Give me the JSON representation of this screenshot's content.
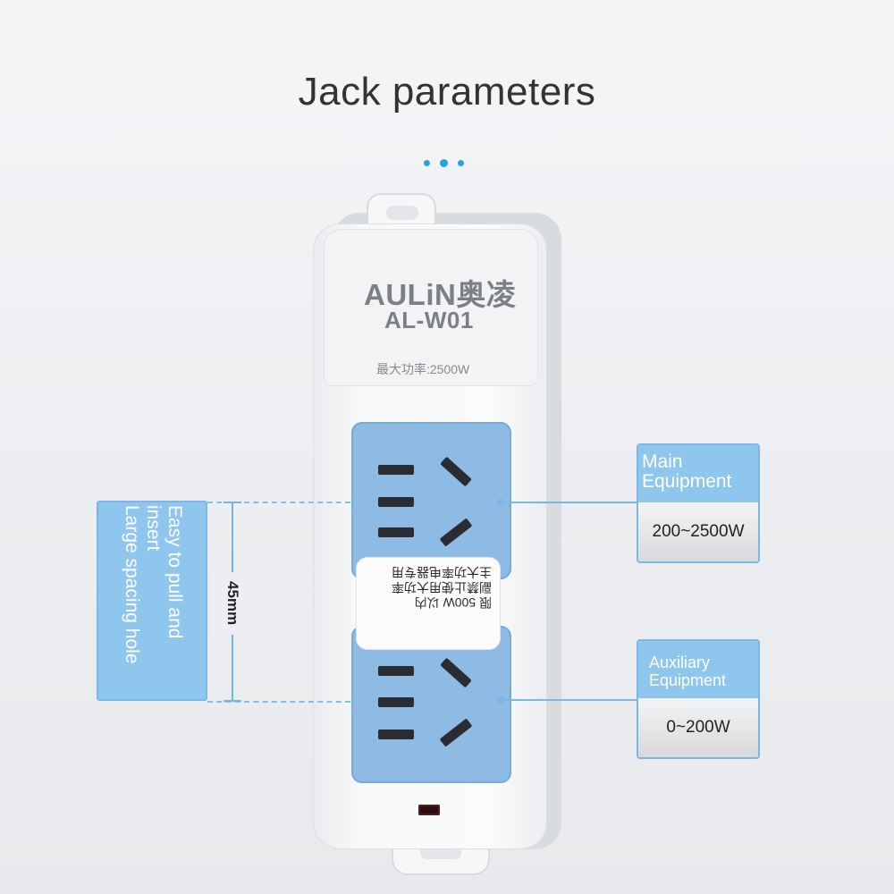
{
  "title": "Jack parameters",
  "accent_color": "#29a3df",
  "product": {
    "brand": "AULiN奥凌",
    "model": "AL-W01",
    "max_power": "最大功率:2500W",
    "warning_lines": [
      "主大功率电器专用",
      "副禁止使用大功率",
      "限 500W 以内"
    ]
  },
  "spacing": {
    "label_line1": "Easy to pull and",
    "label_line2": "insert",
    "label_line3": "Large spacing hole",
    "distance": "45mm"
  },
  "main_outlet": {
    "name_line1": "Main",
    "name_line2": "Equipment",
    "range": "200~2500W"
  },
  "aux_outlet": {
    "name_line1": "Auxiliary",
    "name_line2": "Equipment",
    "range": "0~200W"
  }
}
